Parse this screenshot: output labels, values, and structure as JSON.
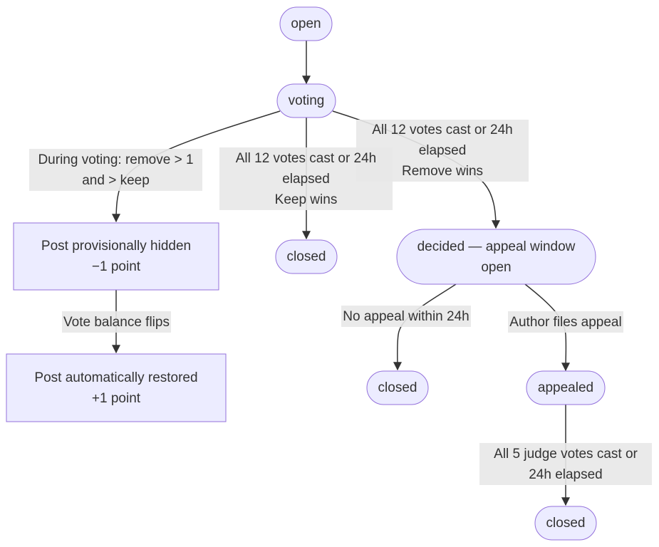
{
  "diagram": {
    "colors": {
      "node_fill": "#ECECFF",
      "node_stroke": "#9370DB",
      "edge": "#333333",
      "label_bg": "#E8E8E8",
      "text": "#333333"
    },
    "nodes": {
      "open": "open",
      "voting": "voting",
      "hidden": "Post provisionally hidden\n−1 point",
      "restored": "Post automatically restored\n+1 point",
      "closed_keep": "closed",
      "decided": "decided — appeal window\nopen",
      "closed_noappeal": "closed",
      "appealed": "appealed",
      "closed_final": "closed"
    },
    "edge_labels": {
      "during_voting": "During voting: remove > 1\nand > keep",
      "keep_wins": "All 12 votes cast or 24h\nelapsed\nKeep wins",
      "remove_wins": "All 12 votes cast or 24h\nelapsed\nRemove wins",
      "vote_flips": "Vote balance flips",
      "no_appeal": "No appeal within 24h",
      "files_appeal": "Author files appeal",
      "judge_votes": "All 5 judge votes cast or\n24h elapsed"
    }
  }
}
